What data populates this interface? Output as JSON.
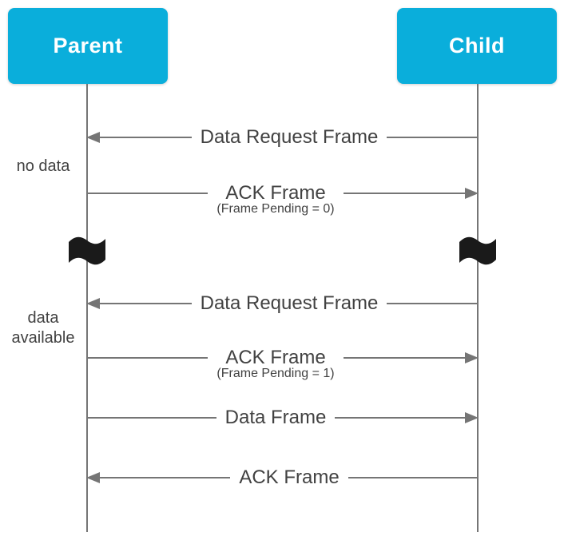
{
  "diagram": {
    "actors": [
      {
        "label": "Parent"
      },
      {
        "label": "Child"
      }
    ],
    "messages": [
      {
        "label": "Data Request Frame",
        "subtitle": "",
        "direction": "left",
        "from": "Child",
        "to": "Parent"
      },
      {
        "label": "ACK Frame",
        "subtitle": "(Frame Pending = 0)",
        "direction": "right",
        "from": "Parent",
        "to": "Child"
      },
      {
        "label": "Data Request Frame",
        "subtitle": "",
        "direction": "left",
        "from": "Child",
        "to": "Parent"
      },
      {
        "label": "ACK Frame",
        "subtitle": "(Frame Pending = 1)",
        "direction": "right",
        "from": "Parent",
        "to": "Child"
      },
      {
        "label": "Data Frame",
        "subtitle": "",
        "direction": "right",
        "from": "Parent",
        "to": "Child"
      },
      {
        "label": "ACK Frame",
        "subtitle": "",
        "direction": "left",
        "from": "Child",
        "to": "Parent"
      }
    ],
    "side_labels": [
      {
        "text": "no data"
      },
      {
        "line1": "data",
        "line2": "available"
      }
    ],
    "break_markers": {
      "icon": "flag-icon",
      "count": 2
    },
    "colors": {
      "actor_fill": "#0aaedb",
      "actor_text": "#ffffff",
      "line": "#757575",
      "text": "#424242",
      "flag": "#1a1a1a"
    }
  }
}
